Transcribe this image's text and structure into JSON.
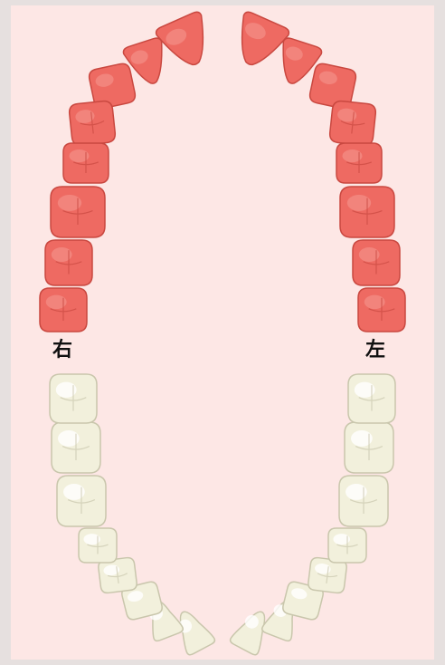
{
  "labels": {
    "right": "右",
    "left": "左"
  },
  "colors": {
    "background": "#fde7e5",
    "frame": "#e6e0df",
    "upper_fill": "#ee6a62",
    "upper_stroke": "#c94840",
    "upper_highlight": "#f7a39d",
    "lower_fill": "#f2f0dc",
    "lower_stroke": "#c9c6ac",
    "lower_highlight": "#ffffff"
  },
  "arches": [
    {
      "id": "upper",
      "jaw": "upper",
      "state": "selected",
      "tooth_count": 16
    },
    {
      "id": "lower",
      "jaw": "lower",
      "state": "unselected",
      "tooth_count": 16
    }
  ]
}
